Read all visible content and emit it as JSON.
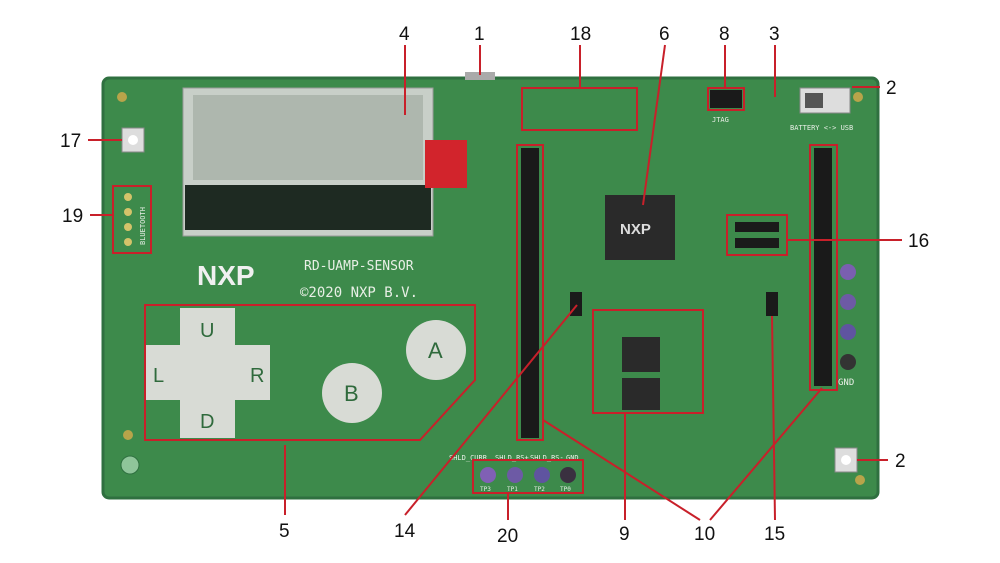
{
  "board": {
    "name": "RD-UAMP-SENSOR",
    "copyright": "©2020 NXP B.V.",
    "logo": "NXP",
    "chip_logo": "NXP",
    "dpad": {
      "up": "U",
      "down": "D",
      "left": "L",
      "right": "R"
    },
    "buttons": {
      "a": "A",
      "b": "B"
    },
    "switch_label": "BATTERY <-> USB",
    "jtag_label": "JTAG",
    "bluetooth_label": "BLUETOOTH",
    "gnd_label": "GND",
    "testpoint_labels": [
      "SHLD_CURR",
      "SHLD_RS+",
      "SHLD_RS-",
      "GND"
    ],
    "testpoints": [
      "TP3",
      "TP1",
      "TP2",
      "TP0"
    ]
  },
  "callouts": [
    "1",
    "2",
    "3",
    "4",
    "5",
    "6",
    "8",
    "9",
    "10",
    "14",
    "15",
    "16",
    "17",
    "18",
    "19",
    "20",
    "2"
  ],
  "colors": {
    "board": "#3d8a4b",
    "callout": "#c8202a"
  }
}
